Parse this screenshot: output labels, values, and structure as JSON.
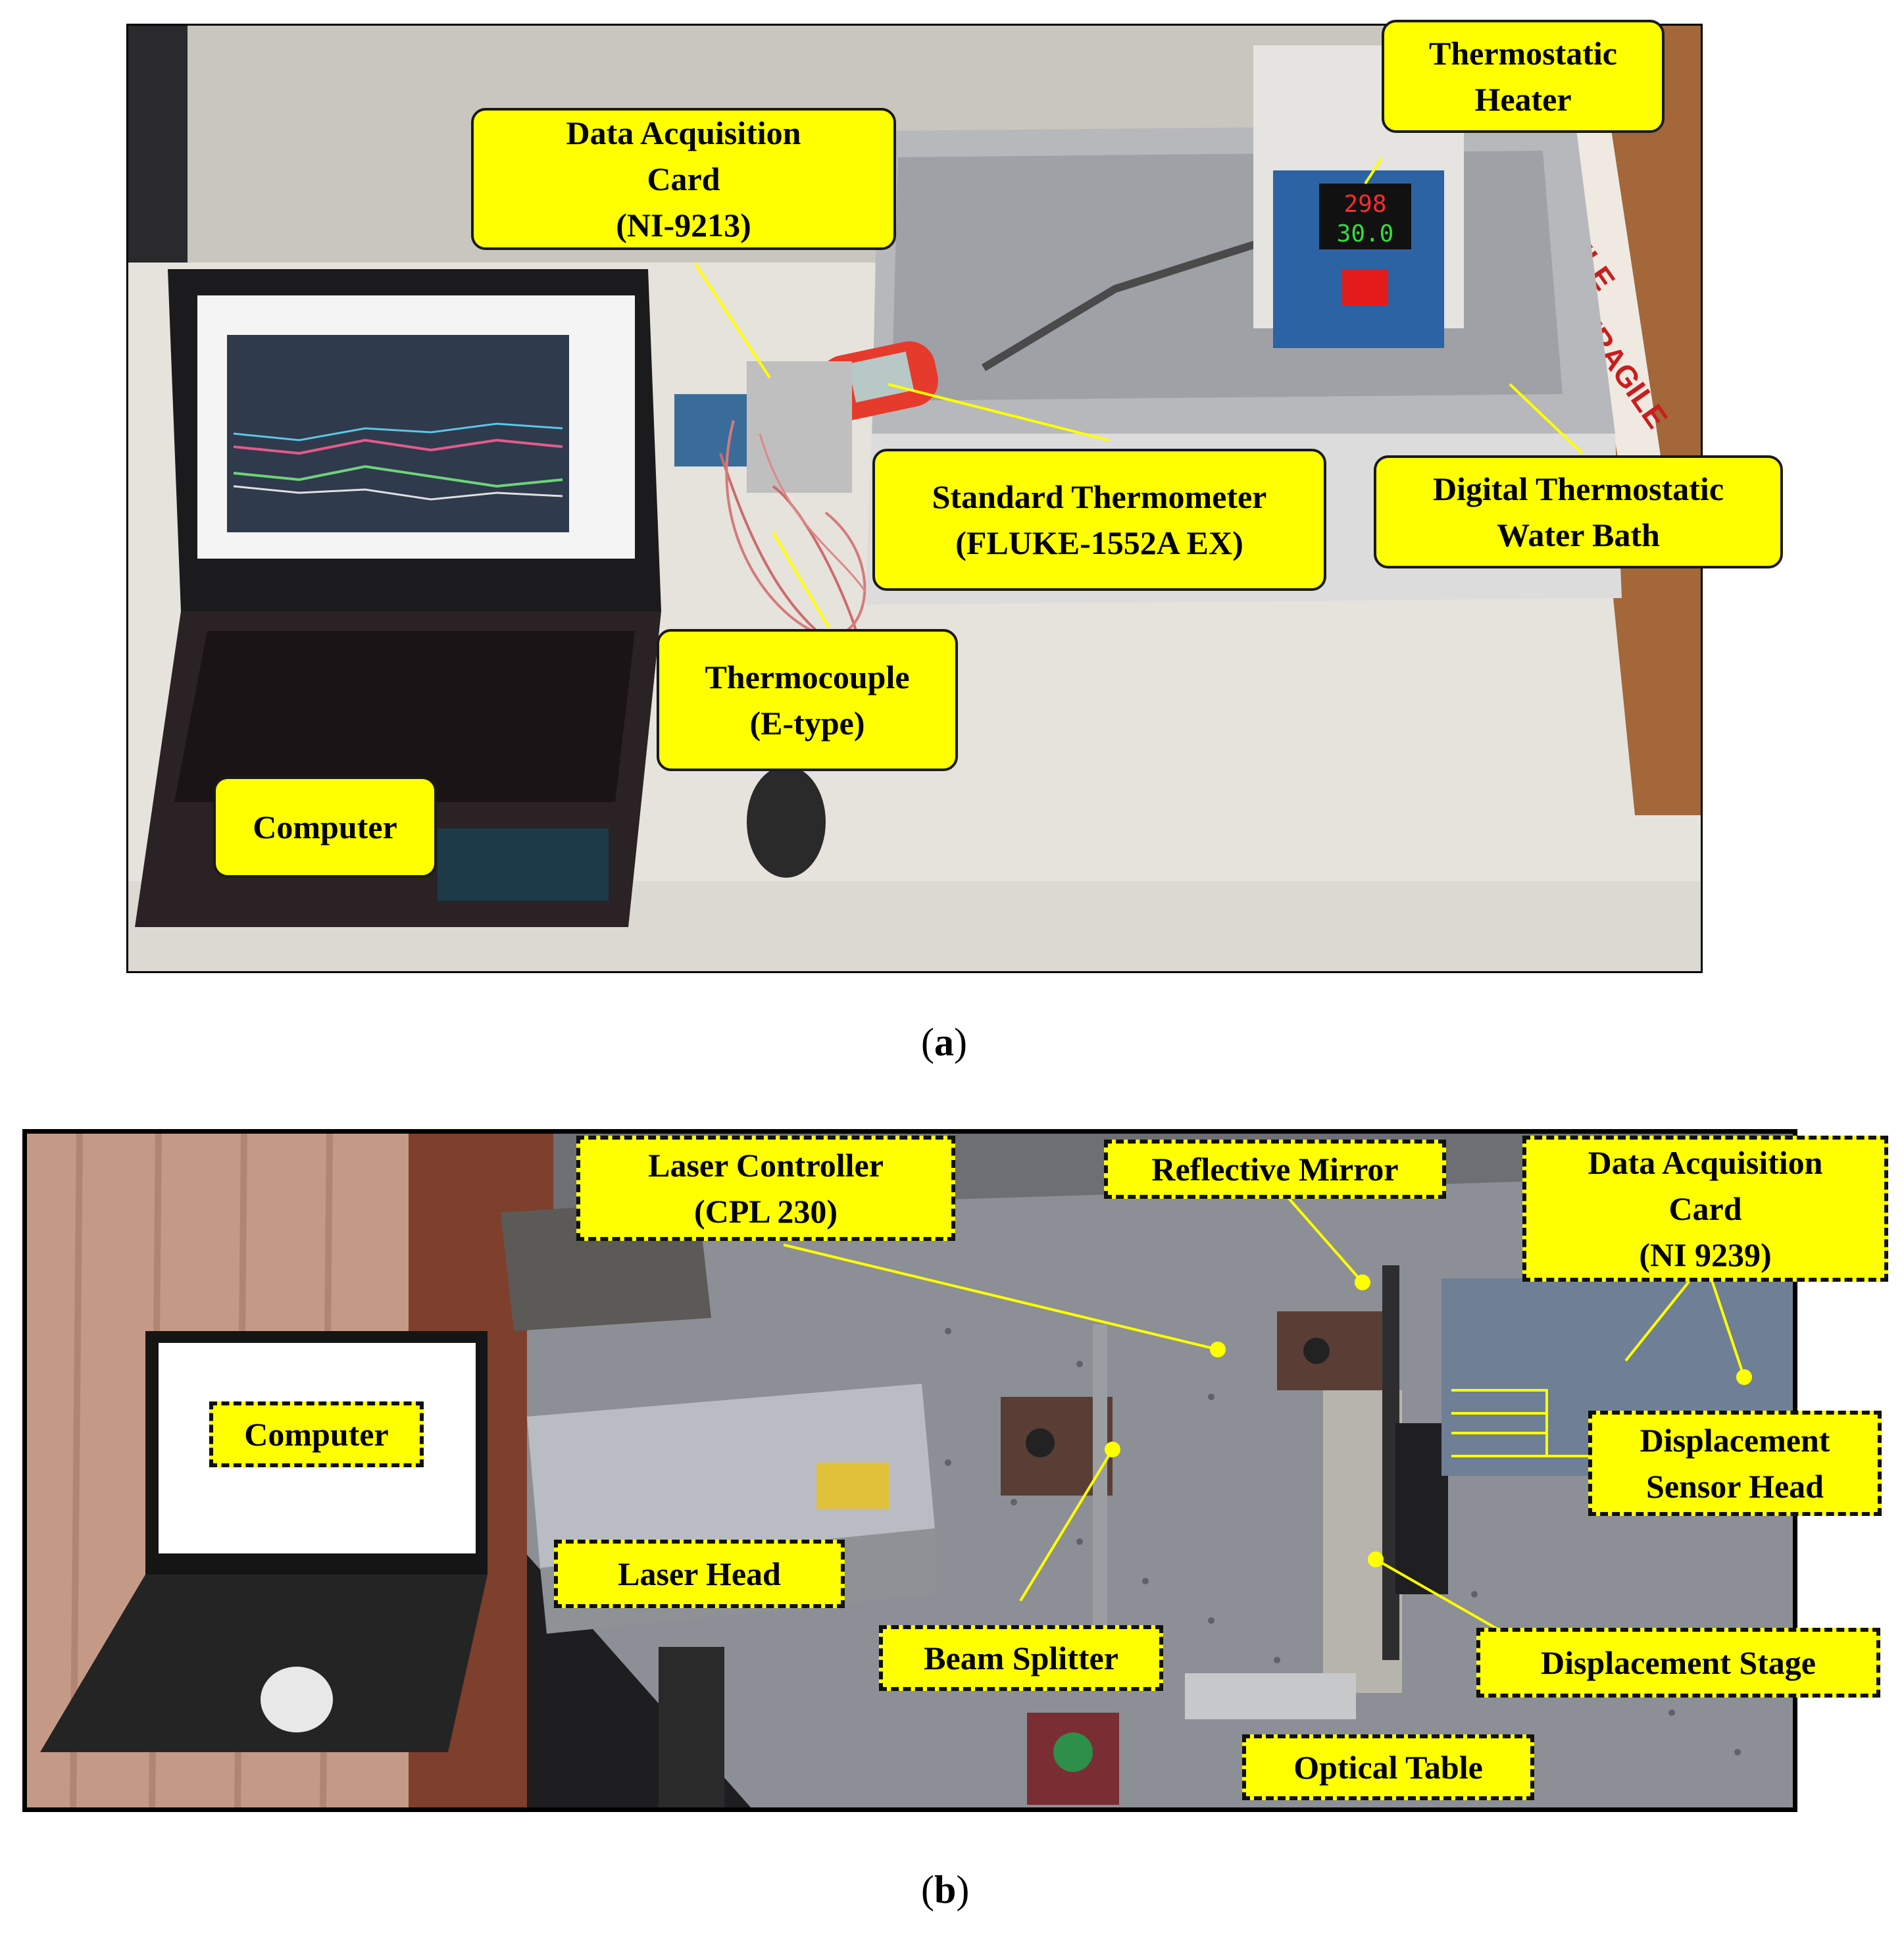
{
  "panel_a": {
    "caption": "a",
    "labels": {
      "daq": [
        "Data Acquisition",
        "Card",
        "(NI-9213)"
      ],
      "heater": [
        "Thermostatic",
        "Heater"
      ],
      "thermometer": [
        "Standard Thermometer",
        "(FLUKE-1552A EX)"
      ],
      "bath": [
        "Digital Thermostatic",
        "Water Bath"
      ],
      "thermocouple": [
        "Thermocouple",
        "(E-type)"
      ],
      "computer": [
        "Computer"
      ]
    },
    "display": {
      "pv": "298",
      "sv": "30.0"
    },
    "box_text": "FRAGILE"
  },
  "panel_b": {
    "caption": "b",
    "labels": {
      "laser_controller": [
        "Laser Controller",
        "(CPL 230)"
      ],
      "mirror": [
        "Reflective Mirror"
      ],
      "daq": [
        "Data Acquisition",
        "Card",
        "(NI 9239)"
      ],
      "computer": [
        "Computer"
      ],
      "sensor_head": [
        "Displacement",
        "Sensor Head"
      ],
      "laser_head": [
        "Laser Head"
      ],
      "beam_splitter": [
        "Beam Splitter"
      ],
      "stage": [
        "Displacement Stage"
      ],
      "optical_table": [
        "Optical Table"
      ]
    }
  },
  "colors": {
    "label_fill": "#ffff00",
    "label_border": "#1a1a1a"
  }
}
